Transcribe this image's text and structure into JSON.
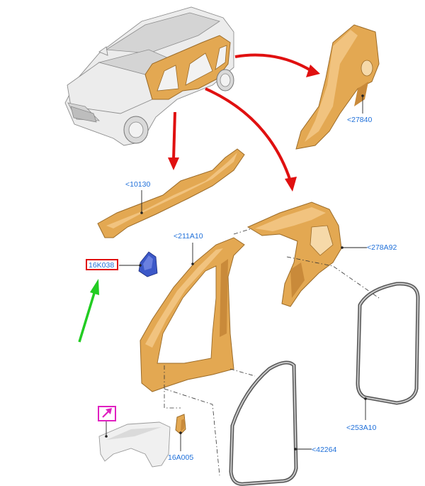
{
  "callouts": {
    "quarter_outer": "<27840",
    "rocker": "<10130",
    "bodyside_front": "<211A10",
    "quarter_inner": "<278A92",
    "bracket": "16K038",
    "door_seal_rear": "<253A10",
    "door_seal_front": "<42264",
    "fender_bracket": "16A005"
  },
  "colors": {
    "panel": "#e3a852",
    "part_number_text": "#1e6fd9",
    "red_arrow": "#e01010",
    "green_arrow": "#22cc22",
    "highlight_box_red": "#e01010",
    "highlight_box_magenta": "#e020c0",
    "bracket_part": "#3c58c8"
  },
  "icons": {
    "fender_box_icon": "arrow-up-right-icon"
  }
}
